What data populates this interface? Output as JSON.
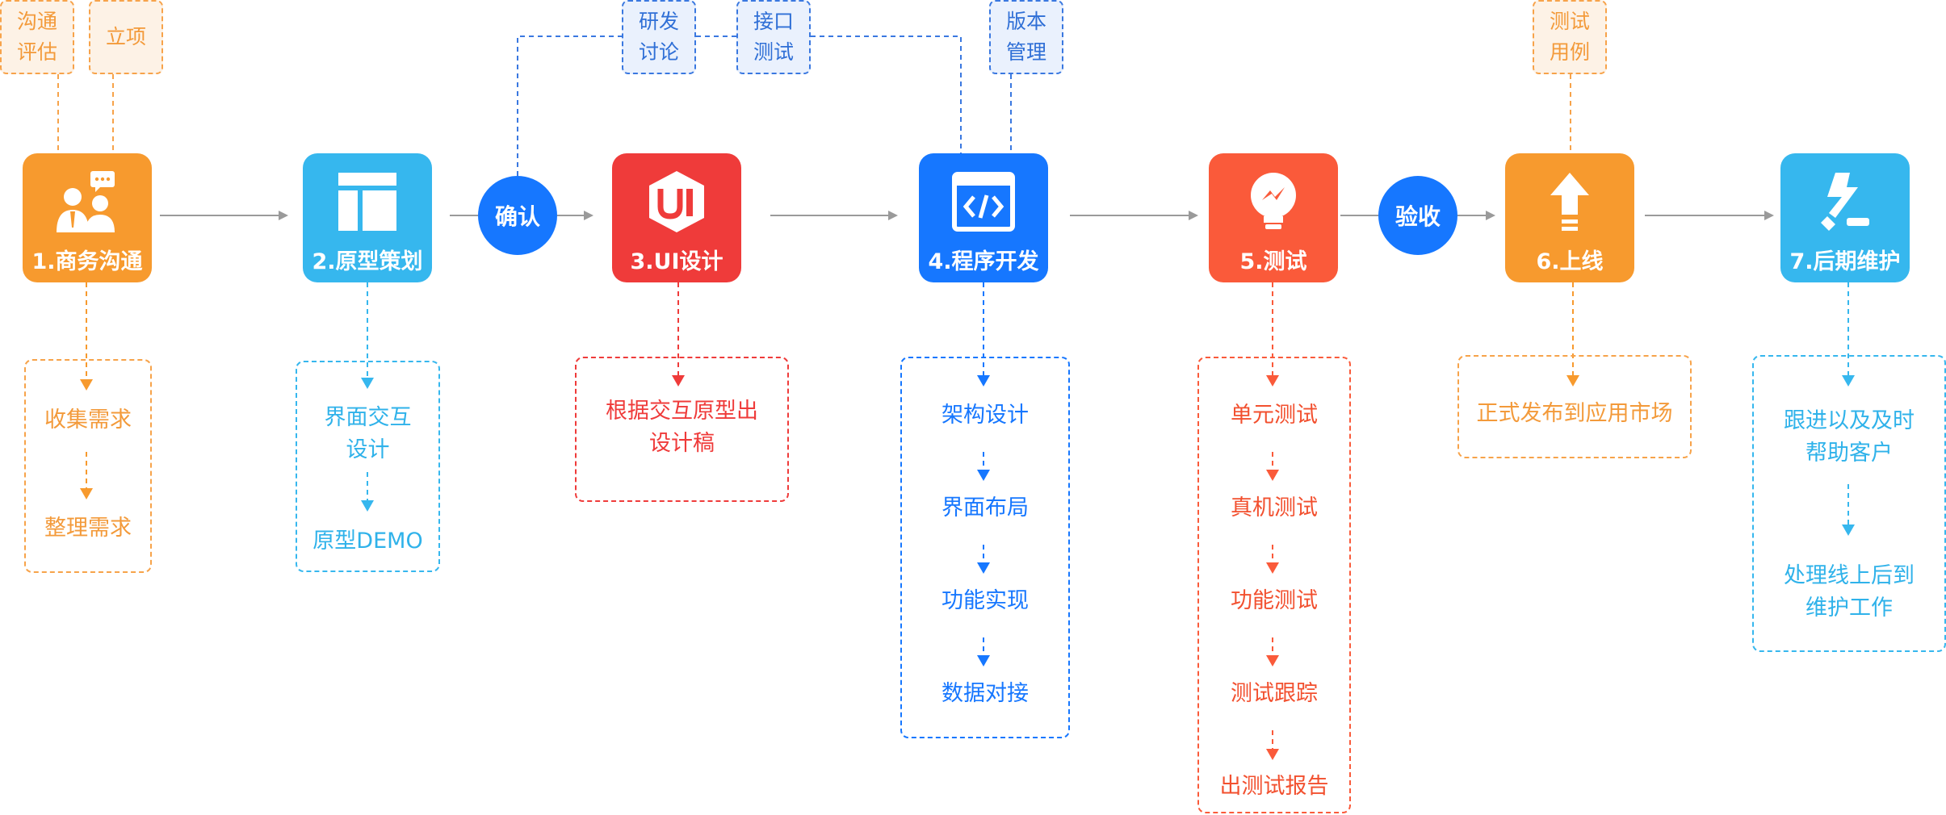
{
  "colors": {
    "orange": "#f79a2e",
    "light_blue": "#36b7ee",
    "red": "#ef3b3a",
    "blue": "#1677ff",
    "tomato": "#fa5a3a",
    "connector": "#9a9a9a"
  },
  "stages": [
    {
      "id": "s1",
      "label": "1.商务沟通",
      "icon": "business-people-icon",
      "color": "#f79a2e"
    },
    {
      "id": "s2",
      "label": "2.原型策划",
      "icon": "layout-icon",
      "color": "#36b7ee"
    },
    {
      "id": "s3",
      "label": "3.UI设计",
      "icon": "ui-badge-icon",
      "color": "#ef3b3a"
    },
    {
      "id": "s4",
      "label": "4.程序开发",
      "icon": "code-window-icon",
      "color": "#1677ff"
    },
    {
      "id": "s5",
      "label": "5.测试",
      "icon": "lightbulb-icon",
      "color": "#fa5a3a"
    },
    {
      "id": "s6",
      "label": "6.上线",
      "icon": "upload-arrow-icon",
      "color": "#f79a2e"
    },
    {
      "id": "s7",
      "label": "7.后期维护",
      "icon": "wrench-icon",
      "color": "#36b7ee"
    }
  ],
  "checkpoints": {
    "confirm": "确认",
    "accept": "验收"
  },
  "top_tags": {
    "communicate_evaluate": "沟通\n评估",
    "project_setup": "立项",
    "rd_discussion": "研发\n讨论",
    "api_test": "接口\n测试",
    "version_control": "版本\n管理",
    "test_cases": "测试\n用例"
  },
  "details": {
    "s1": [
      "收集需求",
      "整理需求"
    ],
    "s2": [
      "界面交互\n设计",
      "原型DEMO"
    ],
    "s3": [
      "根据交互原型出\n设计稿"
    ],
    "s4": [
      "架构设计",
      "界面布局",
      "功能实现",
      "数据对接"
    ],
    "s5": [
      "单元测试",
      "真机测试",
      "功能测试",
      "测试跟踪",
      "出测试报告"
    ],
    "s6": [
      "正式发布到应用市场"
    ],
    "s7": [
      "跟进以及及时\n帮助客户",
      "处理线上后到\n维护工作"
    ]
  }
}
